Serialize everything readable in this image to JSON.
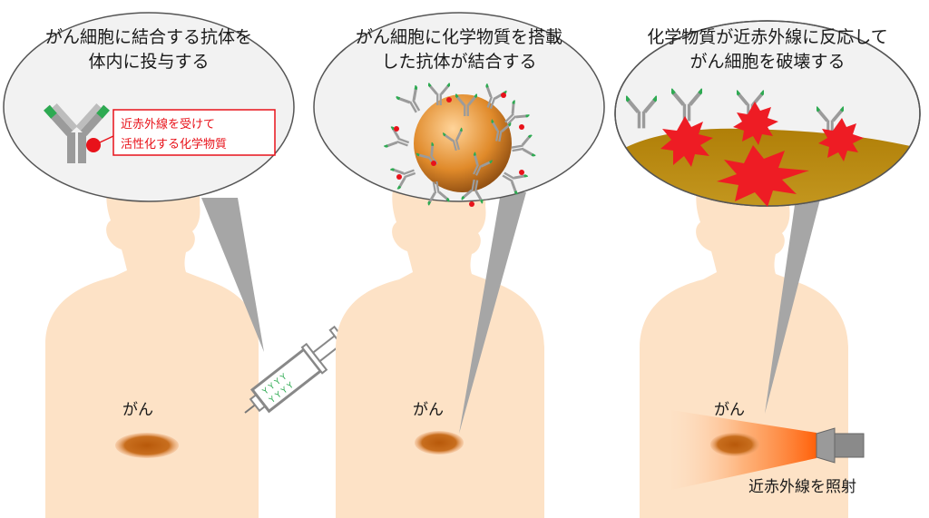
{
  "panels": [
    {
      "heading_line1": "がん細胞に結合する抗体を",
      "heading_line2": "体内に投与する",
      "callout_line1": "近赤外線を受けて",
      "callout_line2": "活性化する化学物質",
      "tumor_label": "がん"
    },
    {
      "heading_line1": "がん細胞に化学物質を搭載",
      "heading_line2": "した抗体が結合する",
      "tumor_label": "がん"
    },
    {
      "heading_line1": "化学物質が近赤外線に反応して",
      "heading_line2": "がん細胞を破壊する",
      "tumor_label": "がん",
      "light_label": "近赤外線を照射"
    }
  ],
  "colors": {
    "skin": "#fde2c6",
    "tumor": "#c06a1a",
    "tumor_tissue": "#b8860b",
    "antibody_grey": "#9b9b9b",
    "antibody_green": "#2eaa52",
    "chemical_red": "#e8121a",
    "burst_red": "#ee1c24",
    "bubble_fill": "#f2f2f2",
    "bubble_stroke": "#555555",
    "light_orange": "#ff7a1a",
    "syringe_liquid": "#2eaa52"
  },
  "icons": [
    "antibody-icon",
    "syringe-icon",
    "cancer-cell-icon",
    "burst-icon",
    "light-emitter-icon",
    "tumor-spot-icon"
  ]
}
